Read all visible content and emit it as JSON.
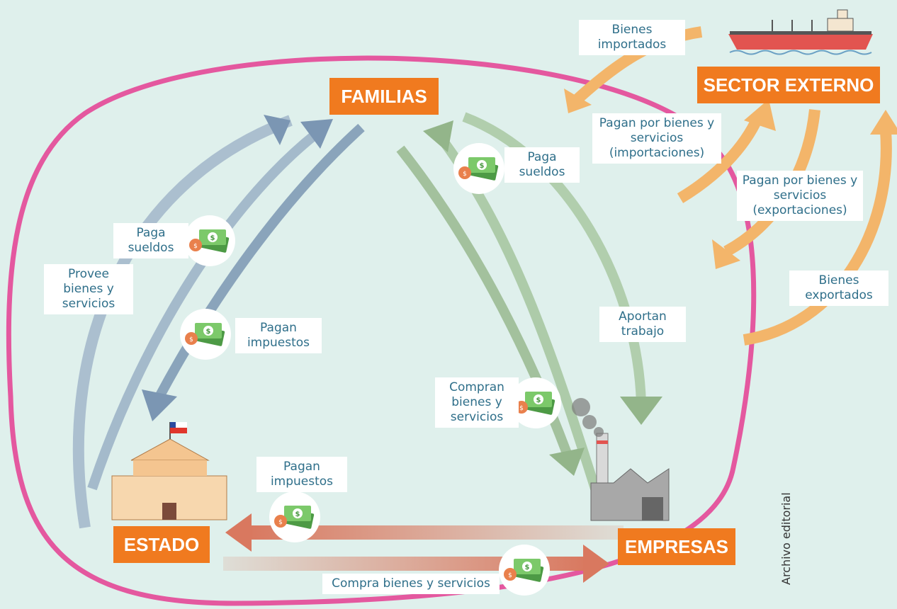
{
  "nodes": {
    "familias": "FAMILIAS",
    "sector_externo": "SECTOR EXTERNO",
    "estado": "ESTADO",
    "empresas": "EMPRESAS"
  },
  "flows": {
    "bienes_importados": "Bienes importados",
    "pagan_importaciones": "Pagan por bienes y servicios (importaciones)",
    "pagan_exportaciones": "Pagan por bienes y servicios (exportaciones)",
    "bienes_exportados": "Bienes exportados",
    "paga_sueldos_estado": "Paga sueldos",
    "provee_bienes": "Provee bienes y servicios",
    "pagan_impuestos_familias": "Pagan impuestos",
    "paga_sueldos_empresas": "Paga sueldos",
    "aportan_trabajo": "Aportan trabajo",
    "compran_bienes": "Compran bienes y servicios",
    "pagan_impuestos_empresas": "Pagan impuestos",
    "compra_bienes_estado": "Compra bienes y servicios"
  },
  "credit": "Archivo editorial",
  "colors": {
    "background": "#dff0ec",
    "ring": "#e4589f",
    "node": "#f07a1f",
    "blue_flow": "#7b96b3",
    "green_flow": "#93b58a",
    "orange_flow": "#f3b56a",
    "red_flow": "#d9785f",
    "money": "#7cc96a",
    "coin": "#e9804c"
  }
}
